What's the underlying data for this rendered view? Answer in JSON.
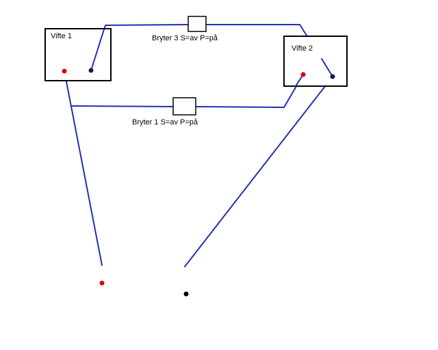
{
  "fans": [
    {
      "id": "fan1",
      "label": "Vifte 1"
    },
    {
      "id": "fan2",
      "label": "Vifte 2"
    }
  ],
  "switches": [
    {
      "id": "switch3",
      "label": "Bryter 3 S=av P=på"
    },
    {
      "id": "switch1",
      "label": "Bryter 1 S=av P=på"
    }
  ],
  "colors": {
    "wire": "#1f2fb3",
    "box_stroke": "#000000",
    "red_terminal": "#e00000",
    "black_terminal": "#000000",
    "dark_terminal": "#1a1a4a",
    "background": "#ffffff"
  }
}
